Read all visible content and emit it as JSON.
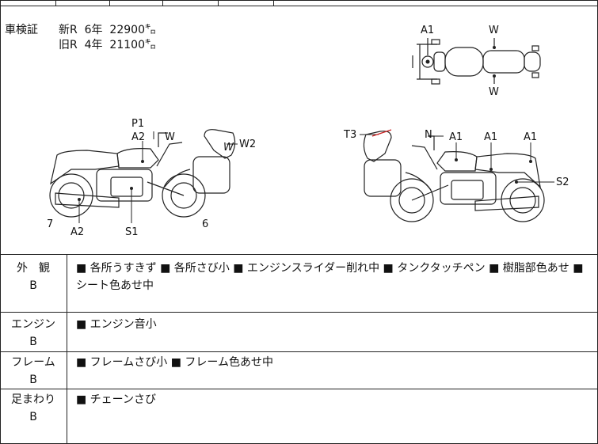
{
  "inspection": {
    "label": "車検証",
    "new_line": "新R  6年  22900㌔",
    "old_line": "旧R  4年  21100㌔"
  },
  "top_view": {
    "labels": [
      "A1",
      "W",
      "W"
    ]
  },
  "left_view": {
    "labels": [
      "P1",
      "A2",
      "W",
      "W2",
      "7",
      "A2",
      "S1",
      "6"
    ]
  },
  "right_view": {
    "labels": [
      "T3",
      "N",
      "A1",
      "A1",
      "A1",
      "S2"
    ]
  },
  "sections": [
    {
      "heading": "外　観",
      "grade": "B",
      "text": "■ 各所うすきず ■ 各所さび小 ■ エンジンスライダー削れ中 ■ タンクタッチペン ■ 樹脂部色あせ ■ シート色あせ中"
    },
    {
      "heading": "エンジン",
      "grade": "B",
      "text": "■ エンジン音小"
    },
    {
      "heading": "フレーム",
      "grade": "B",
      "text": "■ フレームさび小 ■ フレーム色あせ中"
    },
    {
      "heading": "足まわり",
      "grade": "B",
      "text": "■ チェーンさび"
    }
  ],
  "colors": {
    "line": "#222222",
    "mark_red": "#cc2222"
  }
}
